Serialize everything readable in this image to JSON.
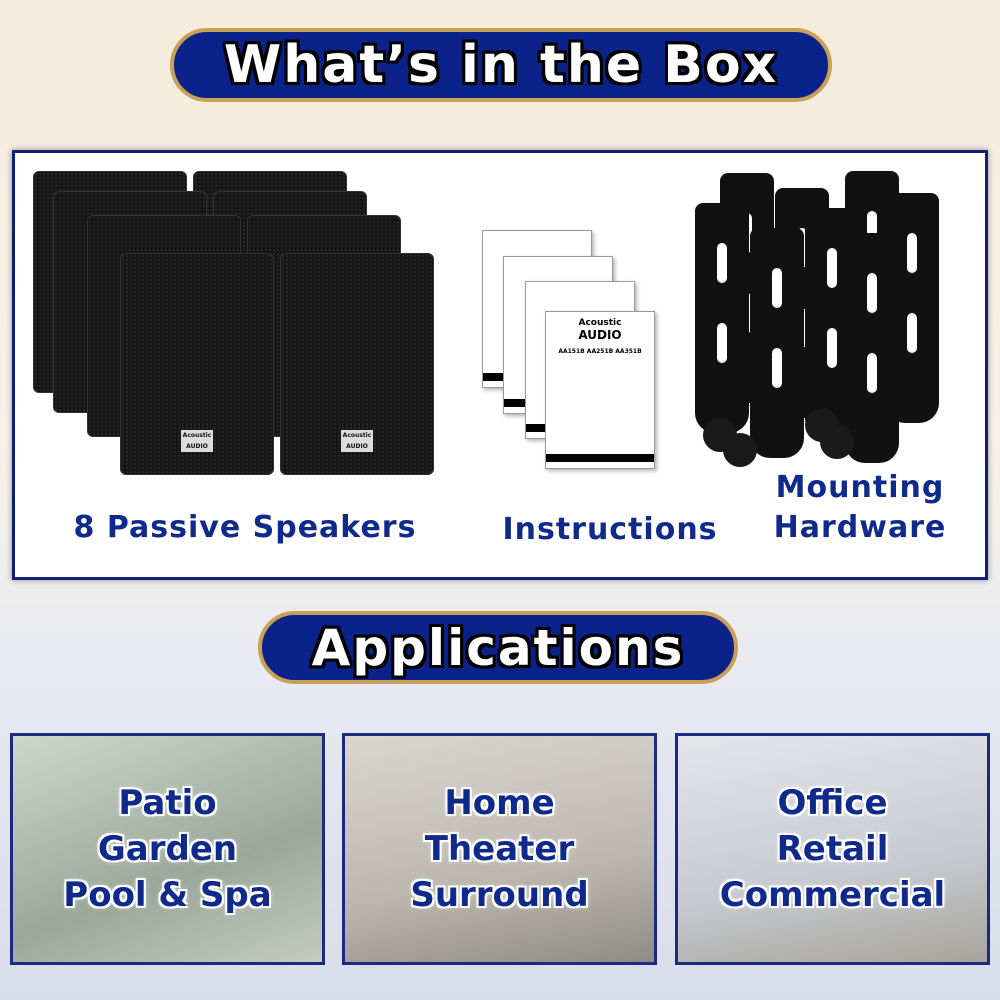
{
  "header": {
    "title": "What’s in the Box"
  },
  "box": {
    "items": [
      {
        "label": "8 Passive Speakers"
      },
      {
        "label": "Instructions"
      },
      {
        "label_line1": "Mounting",
        "label_line2": "Hardware"
      }
    ],
    "speaker_badge": [
      "Acoustic",
      "AUDIO"
    ],
    "sheet": {
      "brand1": "Acoustic",
      "brand2": "AUDIO",
      "models": "AA151B AA251B AA351B"
    }
  },
  "applications": {
    "title": "Applications",
    "cards": [
      {
        "lines": [
          "Patio",
          "Garden",
          "Pool & Spa"
        ]
      },
      {
        "lines": [
          "Home",
          "Theater",
          "Surround"
        ]
      },
      {
        "lines": [
          "Office",
          "Retail",
          "Commercial"
        ]
      }
    ]
  },
  "colors": {
    "navy": "#0a2289",
    "gold": "#c9a05a",
    "caption": "#0f2a8a"
  }
}
